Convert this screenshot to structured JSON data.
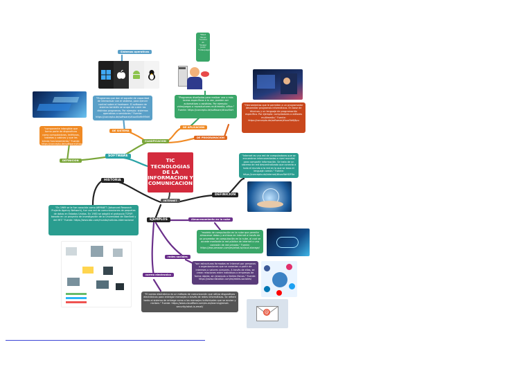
{
  "central": {
    "title": "TIC TECNOLOGIAS DE LA INFORMACION Y COMUNICACION"
  },
  "software": {
    "label": "SOFTWARE",
    "clasificacion": {
      "label": "CLASIFICACION"
    },
    "so": {
      "label": "DE SISTEMA",
      "title": "Sistemas operativos",
      "description": "\"Programas que dan el soporte de capacidad de interactuar con el sistema, para ejercer control sobre el hardware. El software de sistema también se ocupa de cubrir los distintos programas. Por ejemplo: sistemas operativos o servidores.\" Fuente: https://concepto.de/software/#ixzz5bHh9RhM"
    },
    "aplicacion": {
      "label": "DE APLICACION",
      "examples": "*Word *Excel *control es *power point *videojuegos",
      "description": "\"Programas diseñados para realizar una o más tareas específicas a la vez, pueden ser automatizas o asistidas. Por ejemplo: videojuegos o reproductores multimedia, office.\" Fuente: https://concepto.de/software/#ixzz5bH"
    },
    "programacion": {
      "label": "DE PROGRAMACION",
      "description": "\"Herramientas que le permiten a un programador desarrollar programas informáticos. En base de técnicas y un lenguaje de programación específico. Por ejemplo: compiladores o editores multimedia.\" Fuente: https://concepto.de/software/#ixzz5bHj8pu"
    },
    "definicion": {
      "label": "DEFINICION",
      "description": "\"componente intangible que forma parte de dispositivos como computadoras, teléfonos, tabletas y cabinas y que les brinda funcionamiento.\" Fuente: https://concepto.de/software/#ixzz5bHnGDzq"
    }
  },
  "internet": {
    "label": "INTERNET",
    "historia": {
      "label": "HISTORIA",
      "description": "\"En 1969 se le fue conocida como ARPANET (Advanced Research Projects Agency Network), fue una red de comunicaciones de paquetes de datos en Estados Unidos. En 1983 se adoptó el protocolo TCP/IP, basado en un proyecto de investigación de la Universidad de Stanford y del MIT.\" Fuente: https://www.bbc.com/mundo/noticias-internacional"
    },
    "definicion": {
      "label": "DEFINICION",
      "description": "\"Internet es una red de computadoras que se encuentran interconectadas a nivel mundial para compartir información. Se trata de un sistema de red descentralizado que conecta a todo el mundo a la red en la que se basa el lenguaje común.\" Fuente: https://concepto.de/internet/#ixzz5bHI2FXo"
    },
    "ejemplos": {
      "label": "EJEMPLOS",
      "nube": {
        "label": "Almacenamiento en la nube",
        "description": "\"modelo de computación en la nube que permite almacenar datos y archivos en internet a través de un proveedor de computación en la nube, al cual se accede mediante la red pública de internet o una conexión de red privada.\" Fuente: https://aws.amazon.com/es/what-is/cloud-storage/"
      },
      "redes": {
        "label": "redes sociales",
        "description": "\"son estructuras formadas en Internet por personas u organizaciones que se conectan a partir de intereses o valores comunes. A través de ellas, se crean relaciones entre individuos o empresas de forma rápida, sin jerarquía o límites físicos.\" Fuente: https://www.rdstation.com/es/redes-sociales/"
      },
      "correo": {
        "label": "correo electronico",
        "description": "\"El correo electrónico es un método de comunicación que utiliza dispositivos electrónicos para entregar mensajes a través de redes informáticas. Se refiere tanto al sistema de entrega como a los mensajes individuales que se envían y reciben.\" Fuente: https://www.cloudflare.com/es-es/learning/email-security/what-is-email/"
      }
    }
  }
}
